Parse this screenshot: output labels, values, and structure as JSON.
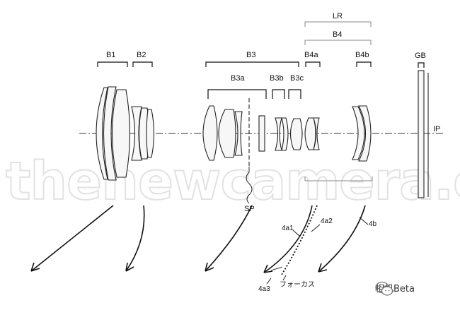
{
  "watermark": "thenewcamera.com",
  "groups": {
    "lr": "LR",
    "b4": "B4",
    "b1": "B1",
    "b2": "B2",
    "b3": "B3",
    "b4a": "B4a",
    "b4b": "B4b",
    "gb": "GB",
    "b3a": "B3a",
    "b3b": "B3b",
    "b3c": "B3c"
  },
  "labels": {
    "ip": "IP",
    "sp": "SP",
    "sub_4a1": "4a1",
    "sub_4a2": "4a2",
    "sub_4b": "4b",
    "sub_4a3": "4a3",
    "focus": "フォーカス"
  },
  "brand": {
    "name": "相机Beta",
    "icon": "wechat-icon"
  }
}
